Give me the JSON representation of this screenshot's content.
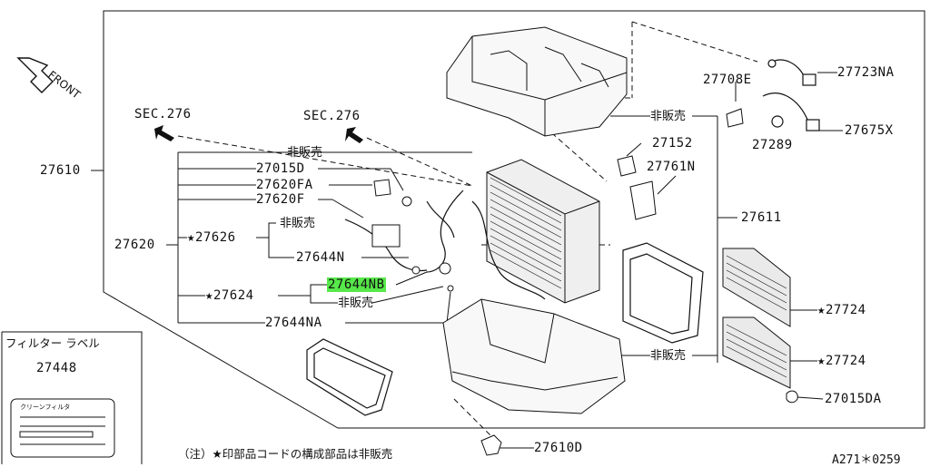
{
  "diagram": {
    "front_label": "FRONT",
    "sec_left": "SEC.276",
    "sec_right": "SEC.276",
    "not_sold": "非販売",
    "parts": {
      "p27610": "27610",
      "p27620": "27620",
      "p27015D": "27015D",
      "p27620FA": "27620FA",
      "p27620F": "27620F",
      "p27626": "27626",
      "p27644N": "27644N",
      "p27644NB": "27644NB",
      "p27624": "27624",
      "p27644NA": "27644NA",
      "p27708E": "27708E",
      "p27723NA": "27723NA",
      "p27289": "27289",
      "p27675X": "27675X",
      "p27152": "27152",
      "p27761N": "27761N",
      "p27611": "27611",
      "p27724a": "27724",
      "p27724b": "27724",
      "p27015DA": "27015DA",
      "p27610D": "27610D",
      "p27448": "27448"
    },
    "star": "★",
    "filter_box_title": "フィルター ラベル",
    "sticker_title": "クリーンフィルタ",
    "footnote": "（注）★印部品コードの構成部品は非販売",
    "drawing_code": "A271＊0259",
    "highlight_color": "#57e84a"
  }
}
